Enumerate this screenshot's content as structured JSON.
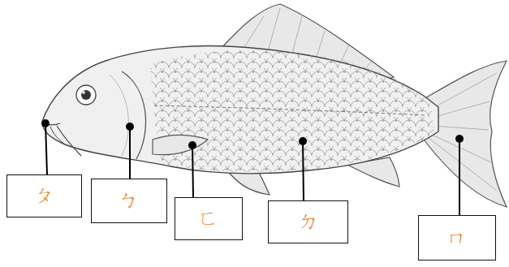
{
  "diagram": {
    "nodes": [
      {
        "text": [
          "ㄆ"
        ]
      },
      {
        "text": [
          "ㄅ"
        ]
      },
      {
        "text": [
          "ㄈ"
        ]
      },
      {
        "text": [
          "ㄉ"
        ]
      },
      {
        "text": [
          "ㄇ"
        ]
      }
    ]
  }
}
